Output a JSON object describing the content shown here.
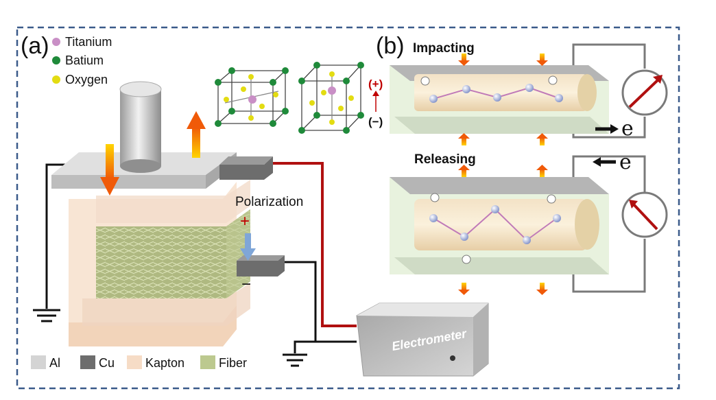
{
  "panel_a": {
    "label": "(a)",
    "atom_legend": [
      {
        "label": "Titanium",
        "color": "#c98fc6"
      },
      {
        "label": "Batium",
        "color": "#1f8a3a"
      },
      {
        "label": "Oxygen",
        "color": "#e3dc12"
      }
    ],
    "crystal_plus": "(+)",
    "crystal_minus": "(−)",
    "polarization_label": "Polarization",
    "pol_plus": "+",
    "pol_minus": "−",
    "device_label": "Electrometer",
    "material_legend": [
      {
        "label": "Al",
        "color": "#d4d4d4"
      },
      {
        "label": "Cu",
        "color": "#6d6d6d"
      },
      {
        "label": "Kapton",
        "color": "#f6dcc6"
      },
      {
        "label": "Fiber",
        "color": "#bcc98f"
      }
    ]
  },
  "panel_b": {
    "label": "(b)",
    "impacting_label": "Impacting",
    "releasing_label": "Releasing",
    "electron_symbol_top": "e",
    "electron_symbol_bottom": "e"
  },
  "colors": {
    "frame_dash": "#3a5a8a",
    "wire_red": "#b01010",
    "wire_black": "#111111",
    "arrow_orange": "#f07a10",
    "polarization_arrow": "#7fa6d8"
  }
}
